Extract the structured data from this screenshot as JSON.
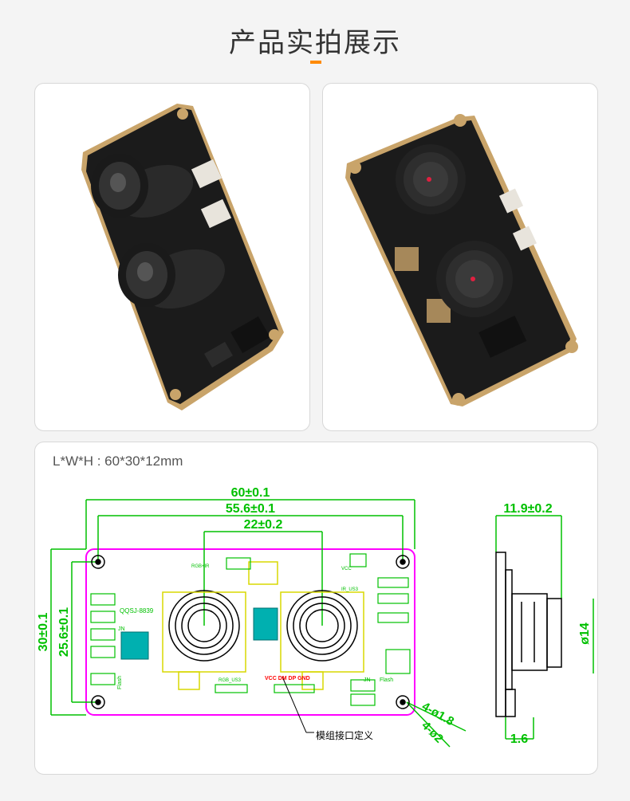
{
  "page": {
    "title": "产品实拍展示",
    "accent_color": "#ff8a00"
  },
  "photos": [
    {
      "alt": "dual-lens camera module side view"
    },
    {
      "alt": "dual-lens camera module front view"
    }
  ],
  "dimensions": {
    "spec": "L*W*H : 60*30*12mm",
    "overall_width": "60±0.1",
    "hole_spacing_x": "55.6±0.1",
    "lens_spacing": "22±0.2",
    "overall_height": "30±0.1",
    "hole_spacing_y": "25.6±0.1",
    "thickness": "11.9±0.2",
    "lens_diameter": "ø14",
    "board_thickness": "1.6",
    "hole_outer": "4-ø1.8",
    "hole_inner": "4-ø2",
    "connector_note": "模组接口定义",
    "board_label": "QQSJ-8839",
    "pin_labels": "VCC DM DP GND",
    "label_jn": "JN",
    "label_flash": "Flash",
    "label_rgb": "RGB_US3",
    "label_ir": "IR_US3",
    "label_vcc": "VCC",
    "label_rgb_ir": "RGB+IR"
  }
}
